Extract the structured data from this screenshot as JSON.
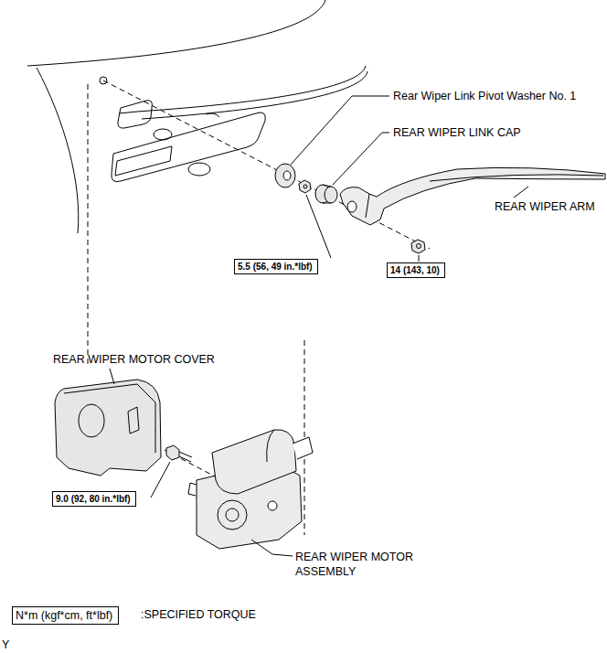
{
  "diagram": {
    "nodes": [
      {
        "text": [
          "5.5 (56, 49 in.*lbf)"
        ]
      },
      {
        "text": [
          "14 (143, 10)"
        ]
      },
      {
        "text": [
          "9.0 (92, 80 in.*lbf)"
        ]
      },
      {
        "text": [
          "N*m (kgf*cm, ft*lbf)"
        ]
      }
    ],
    "labels": [
      "Rear Wiper Link Pivot Washer No. 1",
      "REAR WIPER LINK CAP",
      "REAR WIPER ARM",
      "REAR WIPER MOTOR COVER",
      "REAR WIPER MOTOR ASSEMBLY",
      ":SPECIFIED TORQUE",
      "Y"
    ]
  }
}
